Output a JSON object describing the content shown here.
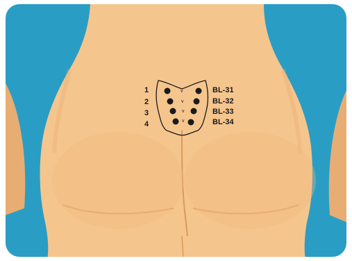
{
  "diagram": {
    "colors": {
      "background": "#2a9dc4",
      "skin": "#f5c58e",
      "skin_shadow": "#e8ad72",
      "outline": "#1a1a1a",
      "frame": "#ffffff"
    },
    "left_numbers": [
      "1",
      "2",
      "3",
      "4"
    ],
    "right_labels": [
      "BL-31",
      "BL-32",
      "BL-33",
      "BL-34"
    ],
    "vertebra_marker": "v",
    "point_marker": "filled-dot",
    "region": "sacrum"
  }
}
